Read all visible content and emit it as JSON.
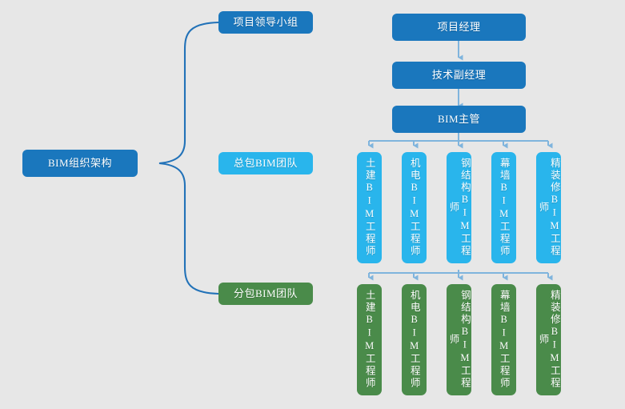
{
  "diagram": {
    "title": "BIM组织架构",
    "background_color": "#e7e7e7",
    "colors": {
      "dark_blue": "#1a77bd",
      "cyan": "#29b5ec",
      "green": "#4a8b4a",
      "connector_blue": "#7fb4dd",
      "brace_blue": "#2272b8"
    },
    "root": {
      "label": "BIM组织架构"
    },
    "branches": [
      {
        "label": "项目领导小组",
        "color": "dark-blue"
      },
      {
        "label": "总包BIM团队",
        "color": "cyan"
      },
      {
        "label": "分包BIM团队",
        "color": "green"
      }
    ],
    "chain": [
      {
        "label": "项目经理"
      },
      {
        "label": "技术副经理"
      },
      {
        "label": "BIM主管"
      }
    ],
    "general_team": [
      {
        "label": "土建BIM工程师"
      },
      {
        "label": "机电BIM工程师"
      },
      {
        "label": "钢结构BIM工程师"
      },
      {
        "label": "幕墙BIM工程师"
      },
      {
        "label": "精装修BIM工程师"
      }
    ],
    "sub_team": [
      {
        "label": "土建BIM工程师"
      },
      {
        "label": "机电BIM工程师"
      },
      {
        "label": "钢结构BIM工程师"
      },
      {
        "label": "幕墙BIM工程师"
      },
      {
        "label": "精装修BIM工程师"
      }
    ]
  }
}
